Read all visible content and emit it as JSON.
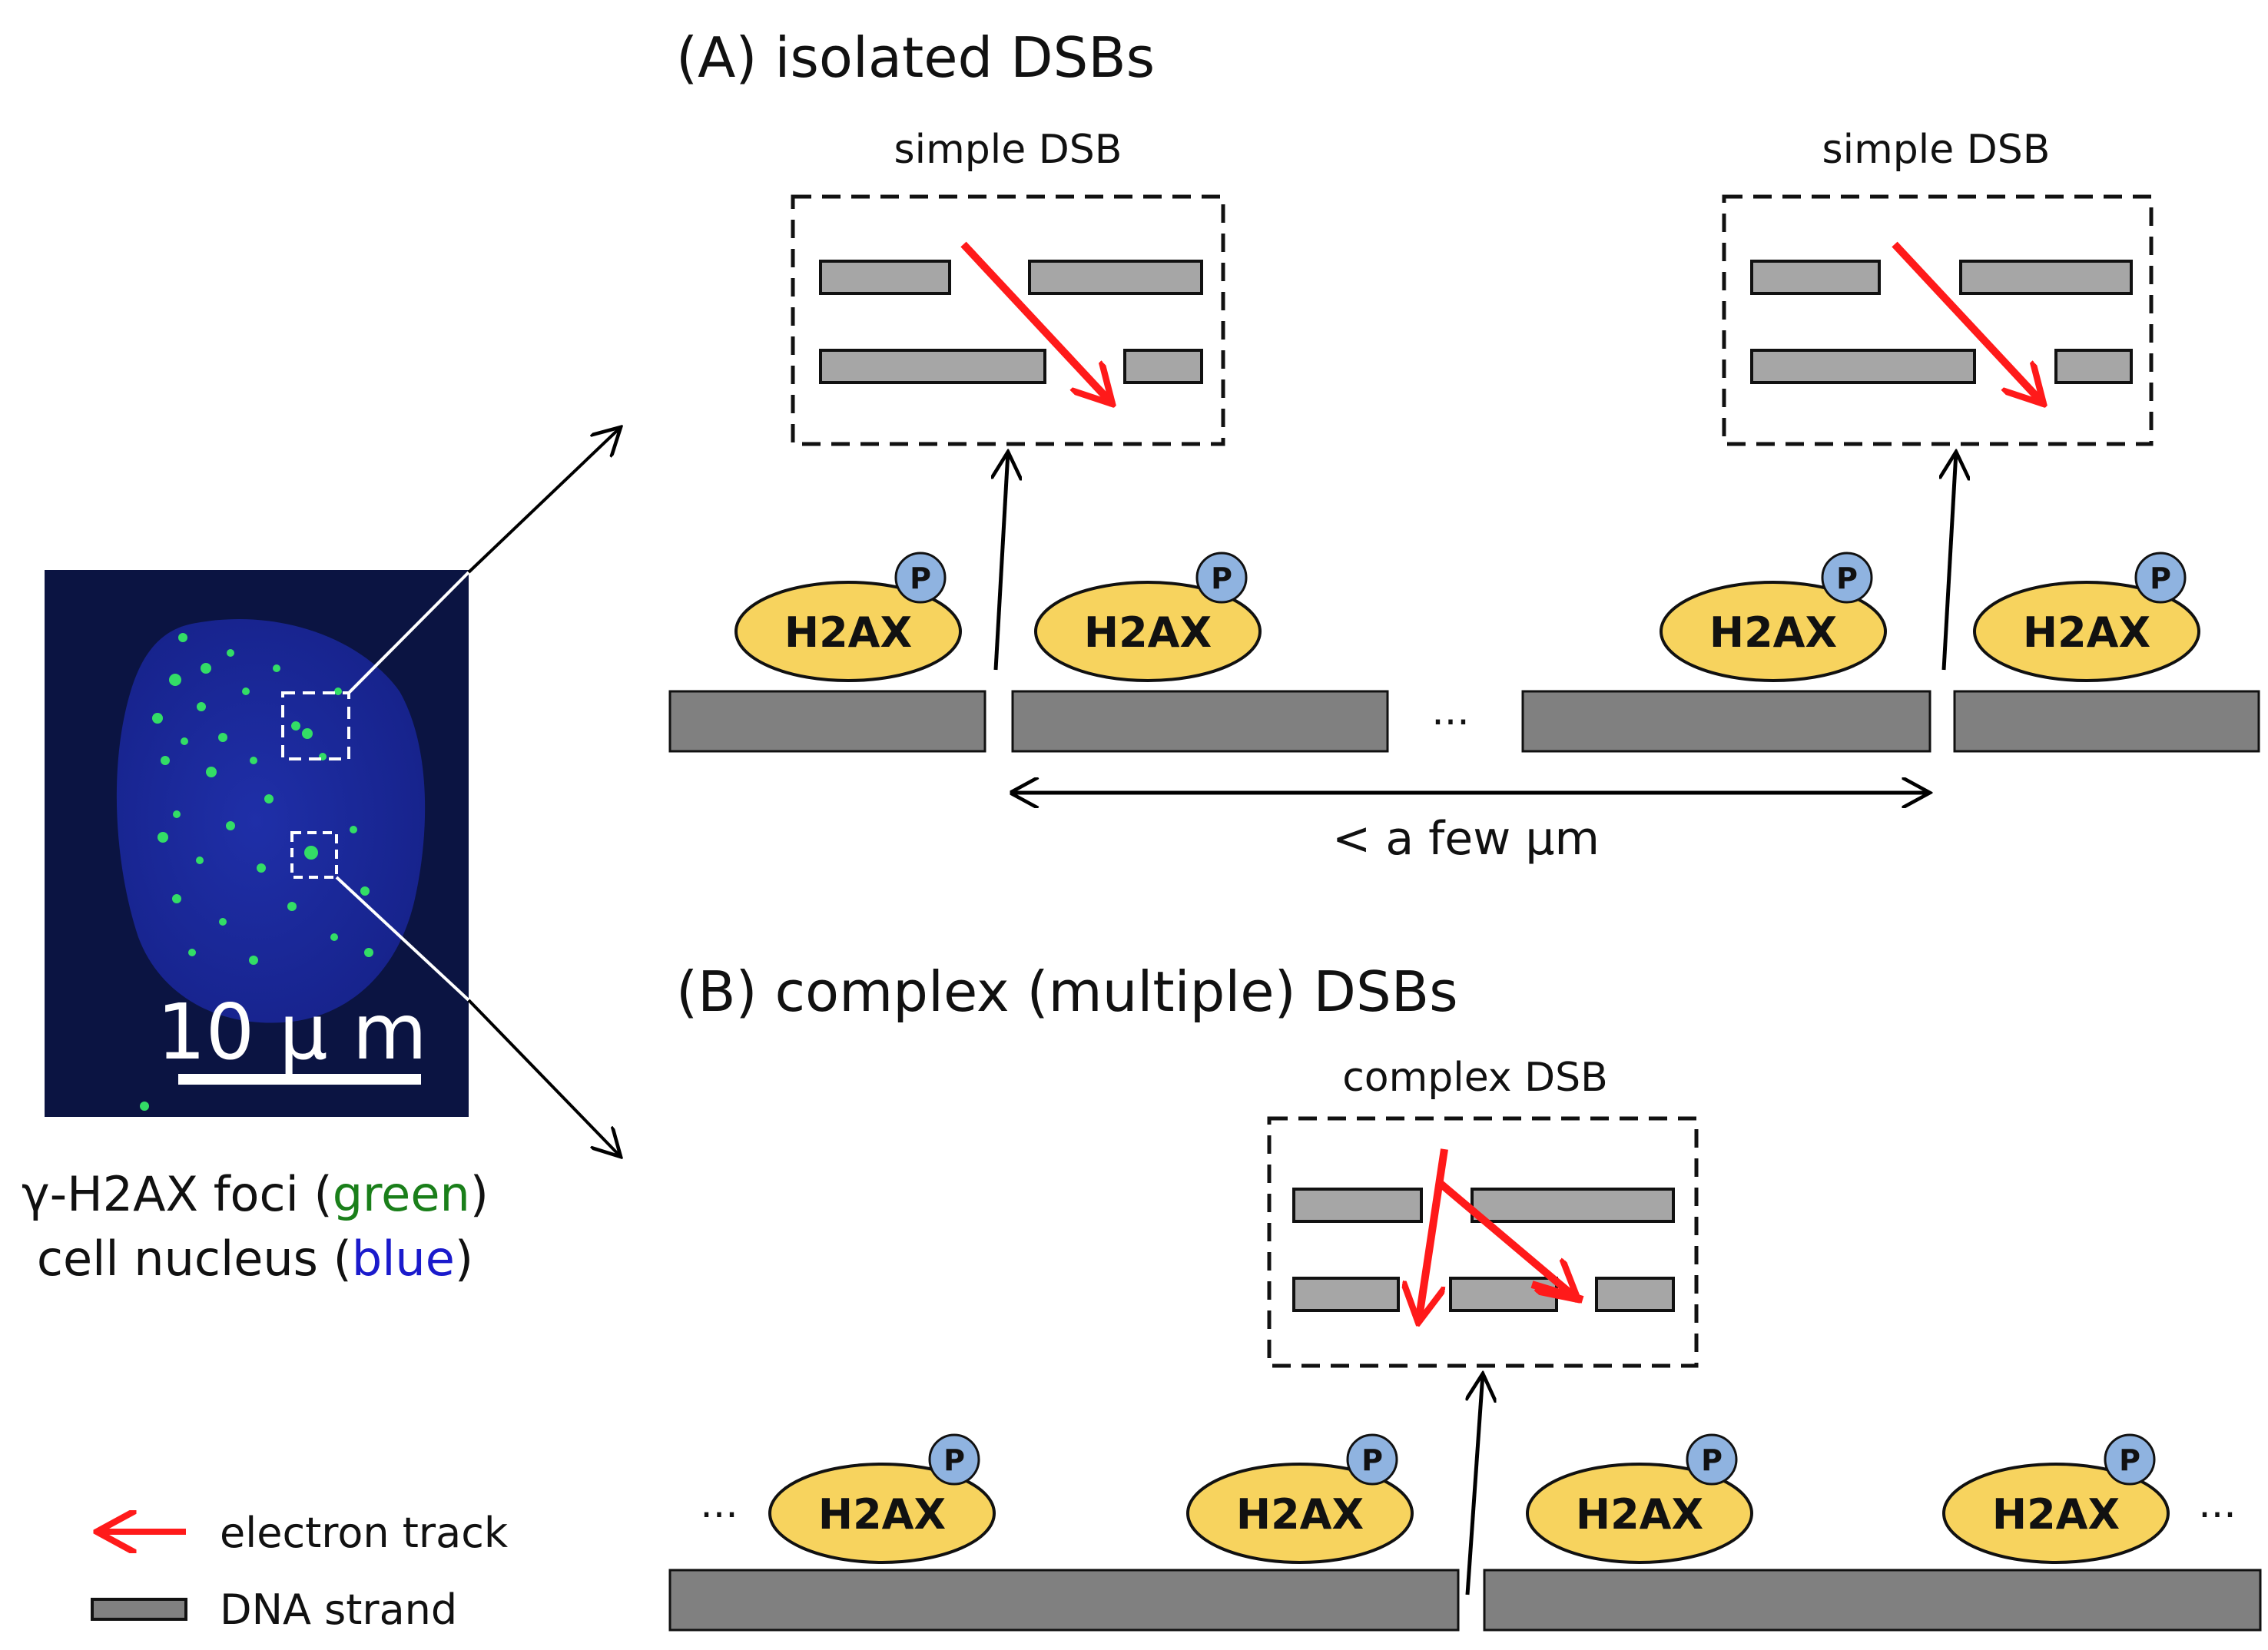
{
  "section_a": {
    "title": "(A) isolated DSBs",
    "inset_label": "simple DSB"
  },
  "section_b": {
    "title": "(B) complex (multiple) DSBs",
    "inset_label": "complex DSB"
  },
  "protein_label": "H2AX",
  "phospho_label": "P",
  "ellipsis": "···",
  "distance_label": "< a few μm",
  "micrograph": {
    "scale_bar_label": "10 μ m",
    "caption": {
      "line1_prefix": "γ-H2AX foci (",
      "line1_color_word": "green",
      "line1_suffix": ")",
      "line2_prefix": "cell nucleus (",
      "line2_color_word": "blue",
      "line2_suffix": ")"
    }
  },
  "legend": {
    "electron_track": "electron track",
    "dna_strand": "DNA strand"
  },
  "colors": {
    "electron_track": "#ff1a1a",
    "dna_fill": "#808080",
    "inset_dna_fill": "#a6a6a6",
    "h2ax_fill": "#f7d35e",
    "phospho_fill": "#8fb3e0",
    "nucleus_bg": "#0a1440",
    "caption_green": "#1a7f1a",
    "caption_blue": "#1a1acc"
  }
}
